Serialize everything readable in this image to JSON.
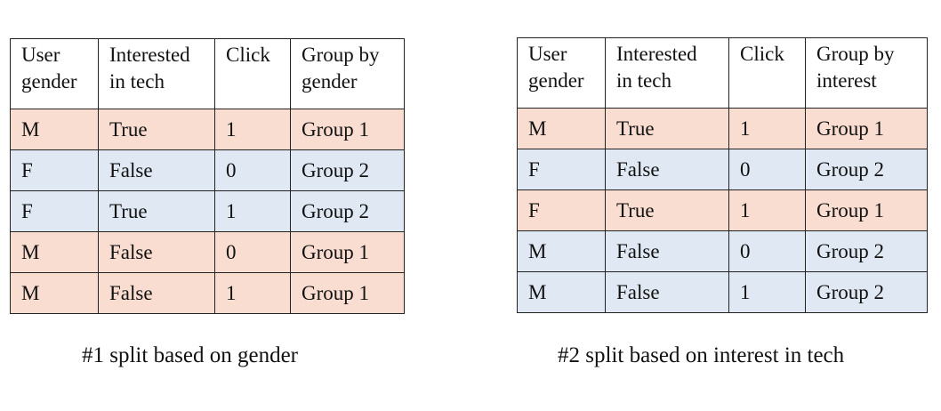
{
  "colors": {
    "group_pink": "#f9ddd0",
    "group_blue": "#dfe8f3",
    "border": "#222222"
  },
  "tables": [
    {
      "headers": [
        "User gender",
        "Interested in tech",
        "Click",
        "Group by gender"
      ],
      "rows": [
        {
          "cells": [
            "M",
            "True",
            "1",
            "Group 1"
          ],
          "shade": "pink"
        },
        {
          "cells": [
            "F",
            "False",
            "0",
            "Group 2"
          ],
          "shade": "blue"
        },
        {
          "cells": [
            "F",
            "True",
            "1",
            "Group 2"
          ],
          "shade": "blue"
        },
        {
          "cells": [
            "M",
            "False",
            "0",
            "Group 1"
          ],
          "shade": "pink"
        },
        {
          "cells": [
            "M",
            "False",
            "1",
            "Group 1"
          ],
          "shade": "pink"
        }
      ],
      "caption": "#1 split based on gender"
    },
    {
      "headers": [
        "User gender",
        "Interested in tech",
        "Click",
        "Group by interest"
      ],
      "rows": [
        {
          "cells": [
            "M",
            "True",
            "1",
            "Group 1"
          ],
          "shade": "pink"
        },
        {
          "cells": [
            "F",
            "False",
            "0",
            "Group 2"
          ],
          "shade": "blue"
        },
        {
          "cells": [
            "F",
            "True",
            "1",
            "Group 1"
          ],
          "shade": "pink"
        },
        {
          "cells": [
            "M",
            "False",
            "0",
            "Group 2"
          ],
          "shade": "blue"
        },
        {
          "cells": [
            "M",
            "False",
            "1",
            "Group 2"
          ],
          "shade": "blue"
        }
      ],
      "caption": "#2 split based on interest in tech"
    }
  ]
}
